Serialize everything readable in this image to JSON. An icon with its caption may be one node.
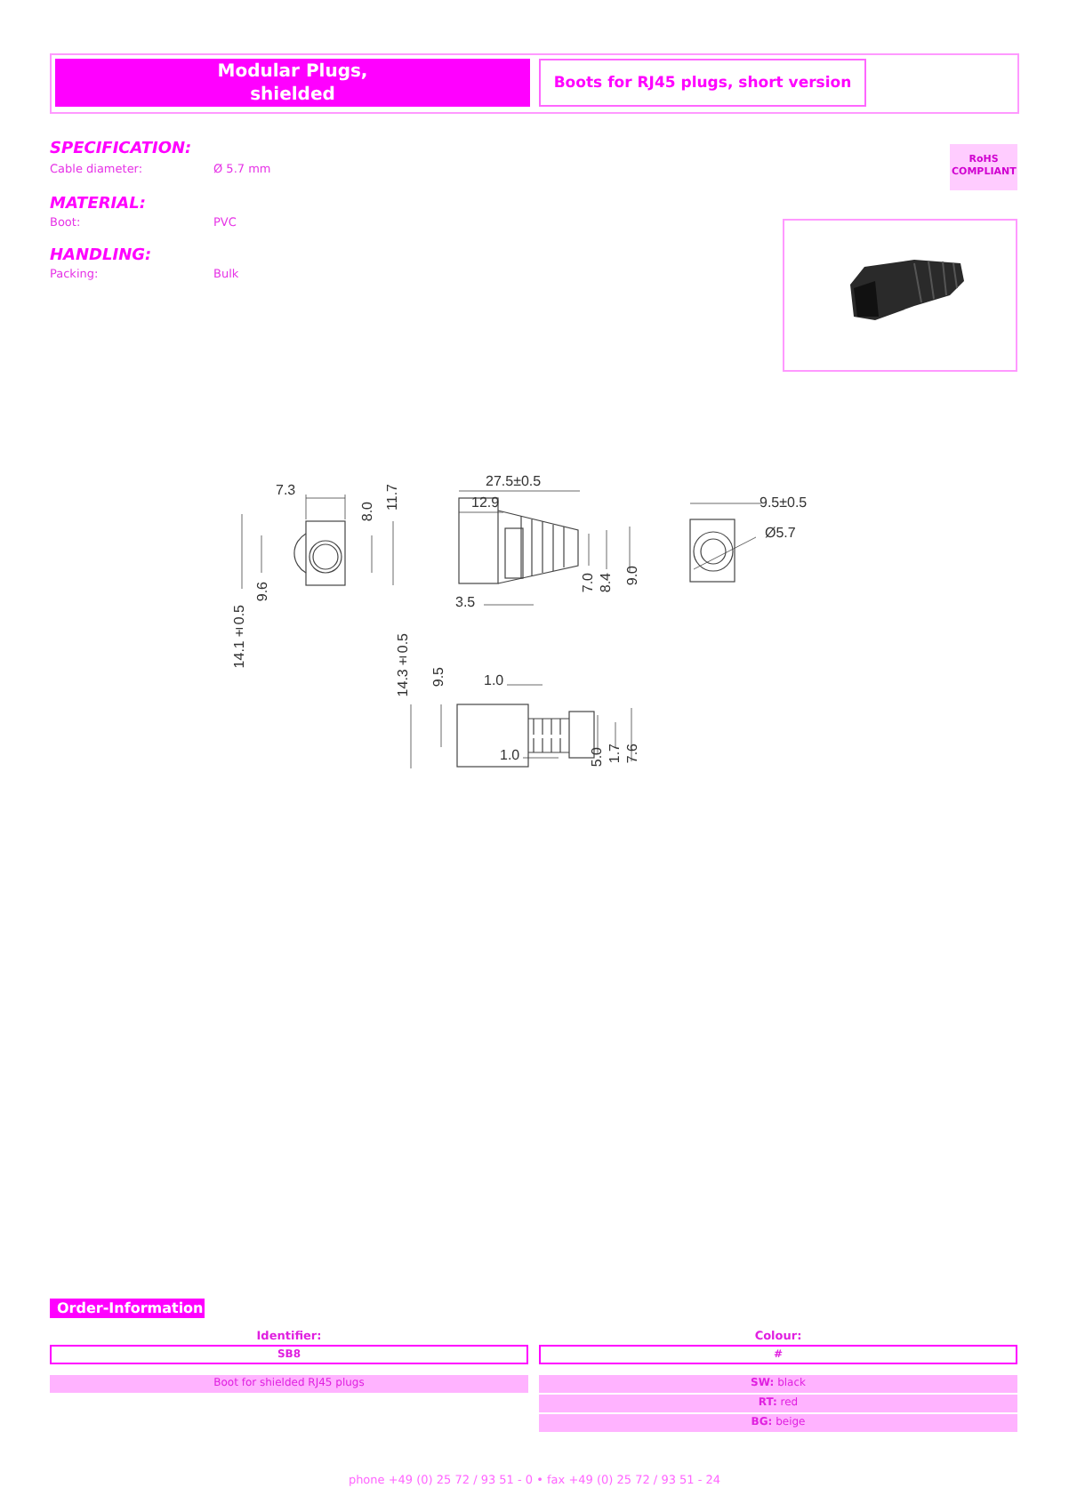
{
  "diagram": {
    "nodes": [
      {
        "text": [
          "Modular Plugs, shielded"
        ]
      },
      {
        "text": [
          "Boots for RJ45 plugs, short version"
        ]
      },
      {
        "text": [
          "RoHS COMPLIANT"
        ]
      },
      {
        "text": [],
        "shape": "picture"
      },
      {
        "text": [
          "Order-Information"
        ]
      },
      {
        "text": [
          "Identifier:",
          "SB8"
        ]
      },
      {
        "text": [
          "Colour:",
          "#"
        ]
      },
      {
        "text": [
          "Boot for shielded RJ45 plugs"
        ]
      },
      {
        "text": [
          "**SW:** black"
        ]
      },
      {
        "text": [
          "**RT:** red"
        ]
      },
      {
        "text": [
          "**BG:** beige"
        ]
      }
    ],
    "labels": [
      "SPECIFICATION:",
      "Cable diameter:",
      "Ø 5.7 mm",
      "MATERIAL:",
      "Boot:",
      "PVC",
      "HANDLING:",
      "Packing:",
      "Bulk",
      "7.3",
      "11.7",
      "8.0",
      "14.1±0.5",
      "9.6",
      "27.5±0.5",
      "12.9",
      "3.5",
      "7.0",
      "8.4",
      "9.0",
      "9.5±0.5",
      "Ø5.7",
      "14.3±0.5",
      "9.5",
      "1.0",
      "1.0",
      "5.0",
      "1.7",
      "7.6",
      "phone +49 (0) 25 72 / 93 51 - 0 • fax +49 (0) 25 72 / 93 51 - 24"
    ]
  }
}
